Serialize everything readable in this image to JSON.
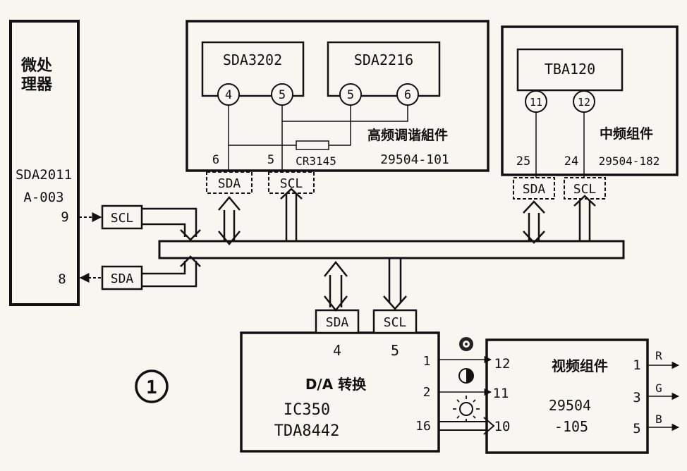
{
  "microprocessor": {
    "title_line1": "微处",
    "title_line2": "理器",
    "chip": "SDA2011",
    "chip_variant": "A-003",
    "pin_scl": "9",
    "pin_sda": "8"
  },
  "bus_left": {
    "scl": "SCL",
    "sda": "SDA"
  },
  "rf_module": {
    "title": "高频调谐組件",
    "part": "29504-101",
    "chip_a": "SDA3202",
    "chip_b": "SDA2216",
    "pins": {
      "a1": "4",
      "a2": "5",
      "b1": "5",
      "b2": "6"
    },
    "pin_sda": "6",
    "pin_scl": "5",
    "resistor": "CR3145",
    "sda": "SDA",
    "scl": "SCL"
  },
  "if_module": {
    "title": "中频组件",
    "part": "29504-182",
    "chip": "TBA120",
    "pins": {
      "p1": "11",
      "p2": "12"
    },
    "pin_sda": "25",
    "pin_scl": "24",
    "sda": "SDA",
    "scl": "SCL"
  },
  "da_converter": {
    "sda": "SDA",
    "scl": "SCL",
    "pin_sda": "4",
    "pin_scl": "5",
    "title": "D/A 转换",
    "chip1": "IC350",
    "chip2": "TDA8442",
    "out_pins": [
      "1",
      "2",
      "16"
    ]
  },
  "video_module": {
    "title": "视频组件",
    "part_line1": "29504",
    "part_line2": "-105",
    "in_pins": [
      "12",
      "11",
      "10"
    ],
    "out_pins": [
      "1",
      "3",
      "5"
    ],
    "outputs": [
      "R",
      "G",
      "B"
    ]
  },
  "figure_number": "1"
}
